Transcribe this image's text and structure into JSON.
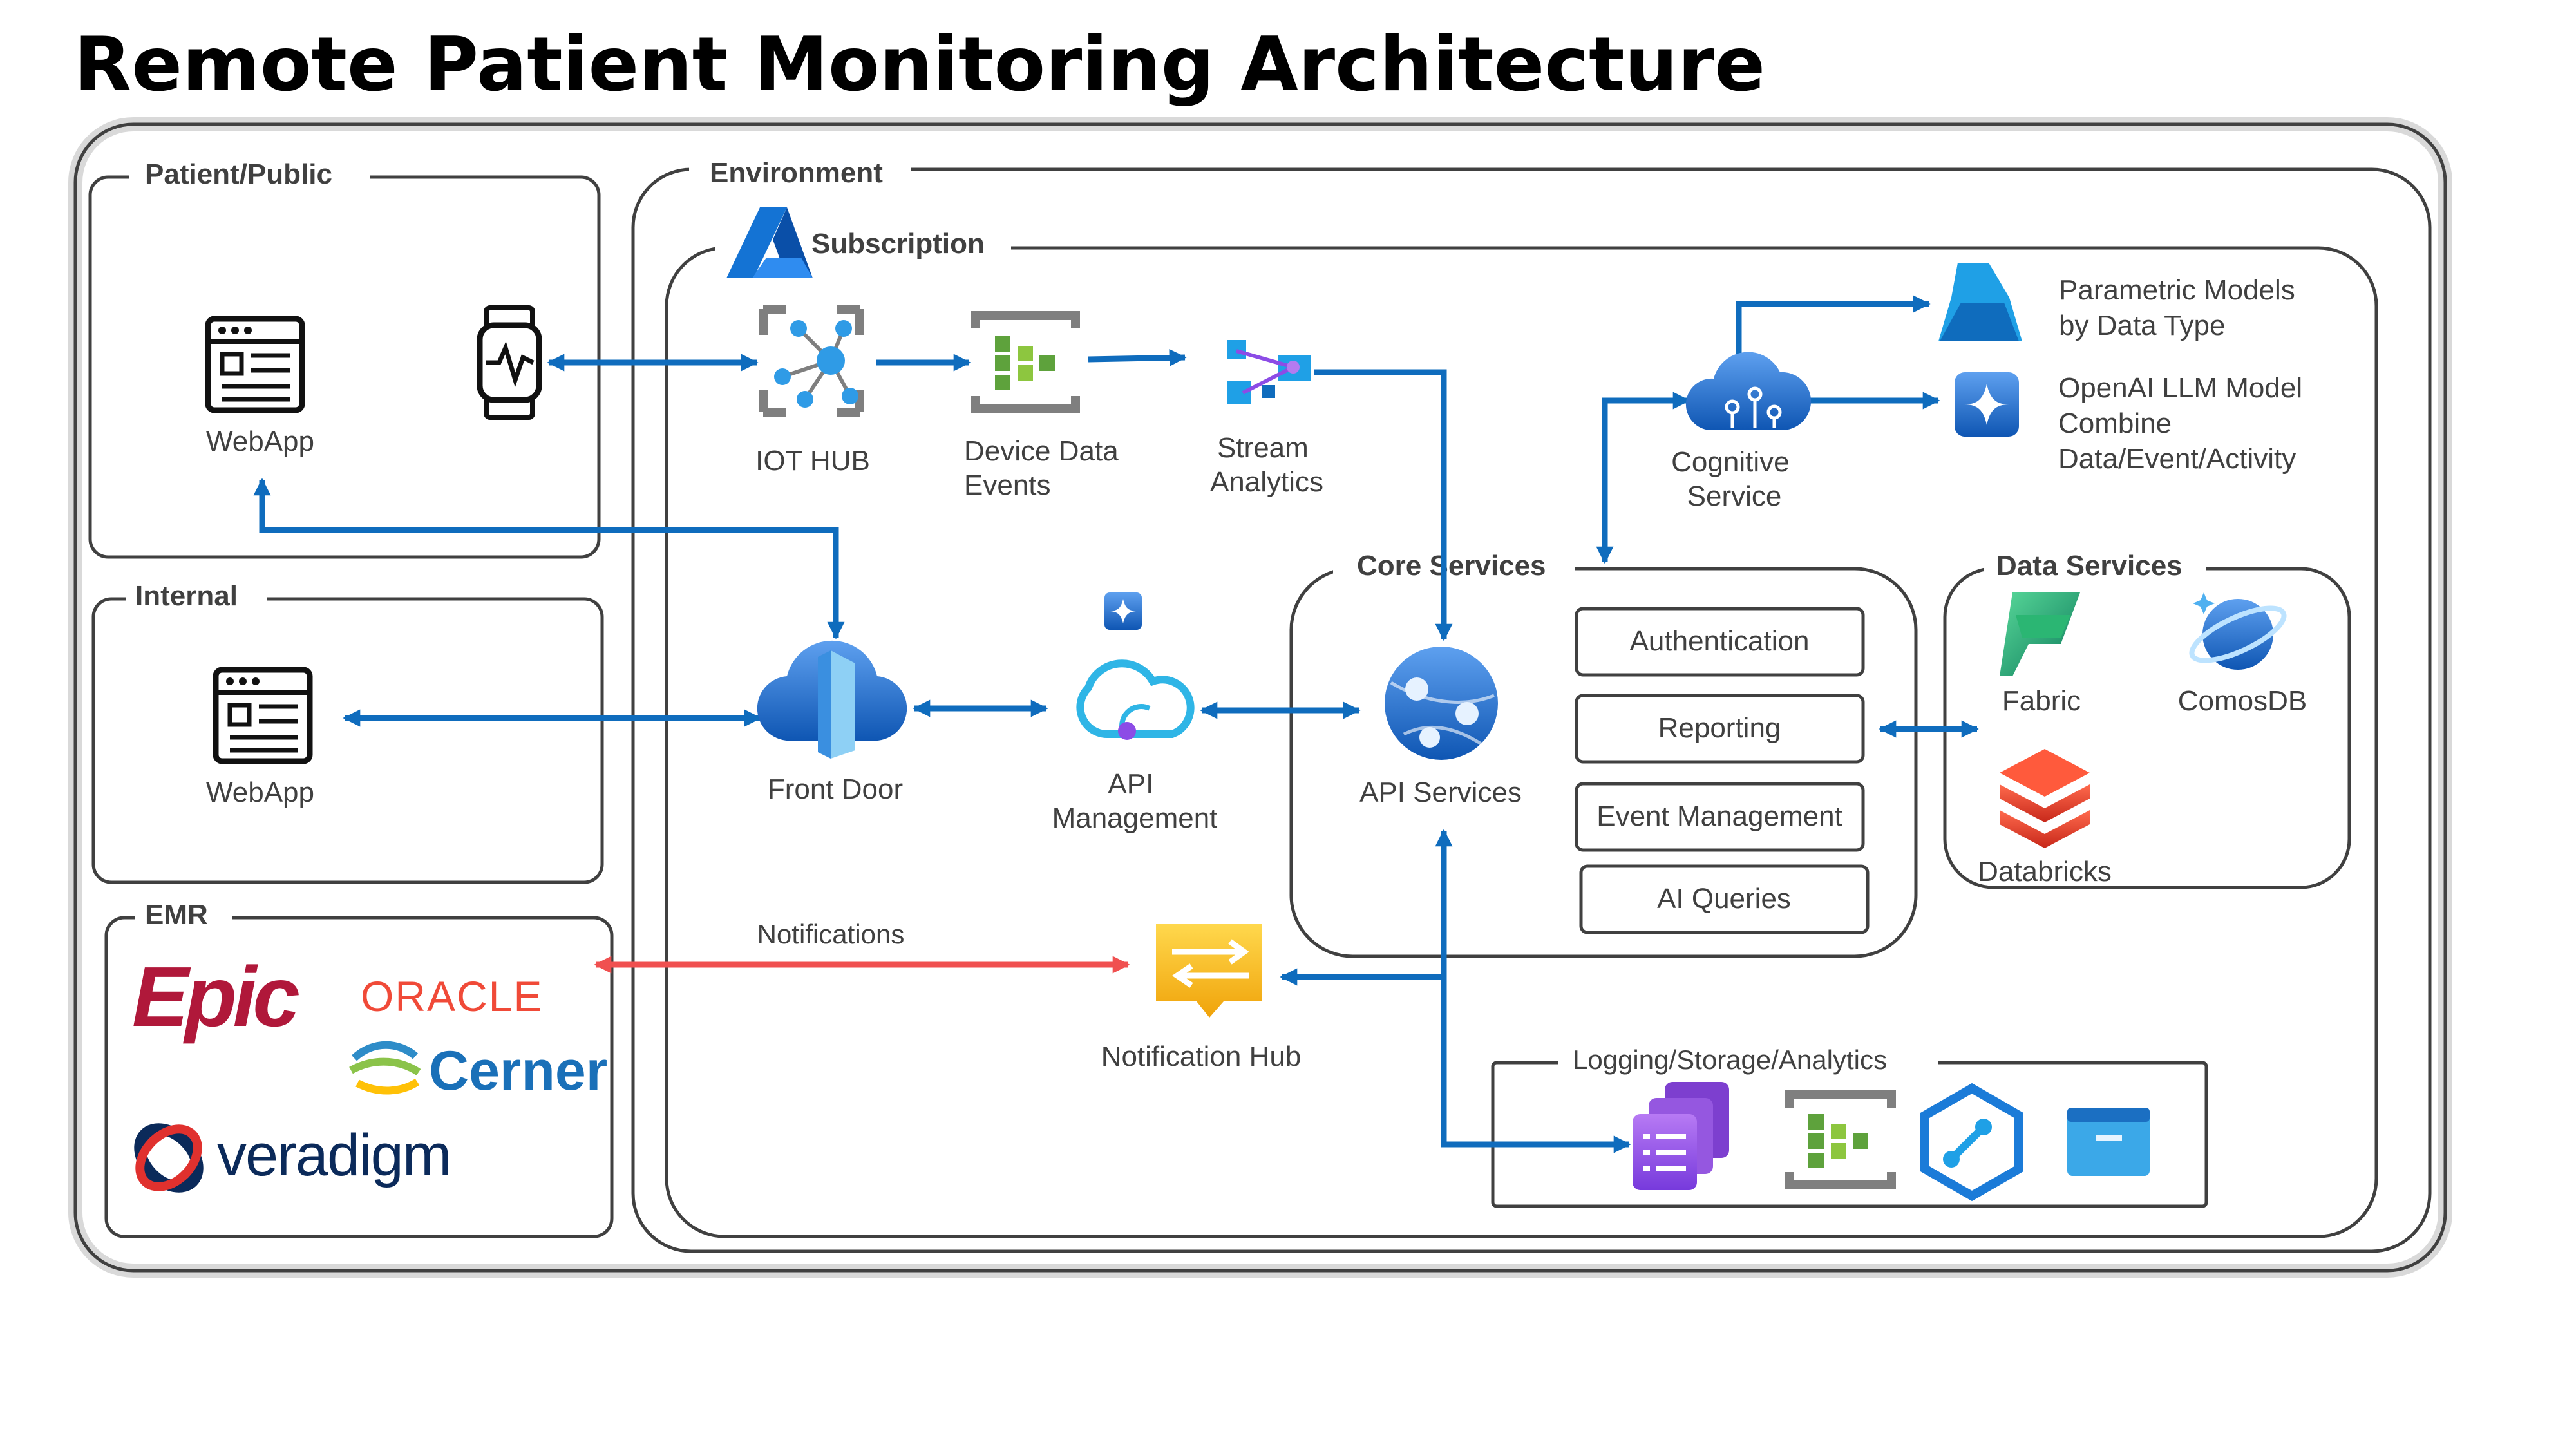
{
  "title": "Remote Patient Monitoring Architecture",
  "groups": {
    "patient": "Patient/Public",
    "internal": "Internal",
    "emr": "EMR",
    "environment": "Environment",
    "subscription": "Subscription",
    "core": "Core Services",
    "data": "Data Services",
    "logging": "Logging/Storage/Analytics"
  },
  "nodes": {
    "webapp_public": "WebApp",
    "webapp_internal": "WebApp",
    "iot_hub": "IOT HUB",
    "device_events": [
      "Device Data",
      "Events"
    ],
    "stream_analytics": [
      "Stream",
      "Analytics"
    ],
    "cognitive": [
      "Cognitive",
      "Service"
    ],
    "parametric": [
      "Parametric Models",
      "by Data Type"
    ],
    "openai": [
      "OpenAI LLM Model",
      "Combine",
      "Data/Event/Activity"
    ],
    "front_door": "Front Door",
    "api_management": [
      "API",
      "Management"
    ],
    "api_services": "API Services",
    "fabric": "Fabric",
    "cosmosdb": "ComosDB",
    "databricks": "Databricks",
    "notification_hub": "Notification Hub"
  },
  "core_items": [
    "Authentication",
    "Reporting",
    "Event Management",
    "AI Queries"
  ],
  "edge_labels": {
    "notifications": "Notifications"
  },
  "emr_vendors": {
    "epic": "Epic",
    "oracle": "ORACLE",
    "cerner": "Cerner",
    "veradigm": "veradigm"
  },
  "colors": {
    "flow": "#0F6CBD",
    "notify": "#F05050",
    "border": "#404040"
  }
}
